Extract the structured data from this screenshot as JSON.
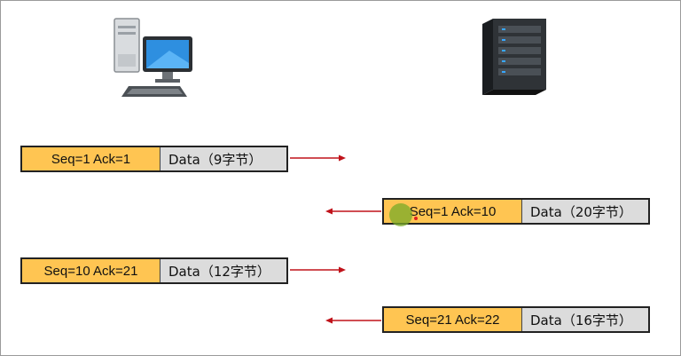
{
  "icons": {
    "client": "desktop-computer-icon",
    "server": "server-rack-icon"
  },
  "colors": {
    "seq_fill": "#ffc552",
    "data_fill": "#dcdcdc",
    "arrow": "#c0121a"
  },
  "packets": [
    {
      "seq_ack": "Seq=1  Ack=1",
      "data": "Data（9字节）",
      "direction": "client-to-server"
    },
    {
      "seq_ack": "Seq=1  Ack=10",
      "data": "Data（20字节）",
      "direction": "server-to-client"
    },
    {
      "seq_ack": "Seq=10  Ack=21",
      "data": "Data（12字节）",
      "direction": "client-to-server"
    },
    {
      "seq_ack": "Seq=21  Ack=22",
      "data": "Data（16字节）",
      "direction": "server-to-client"
    }
  ]
}
